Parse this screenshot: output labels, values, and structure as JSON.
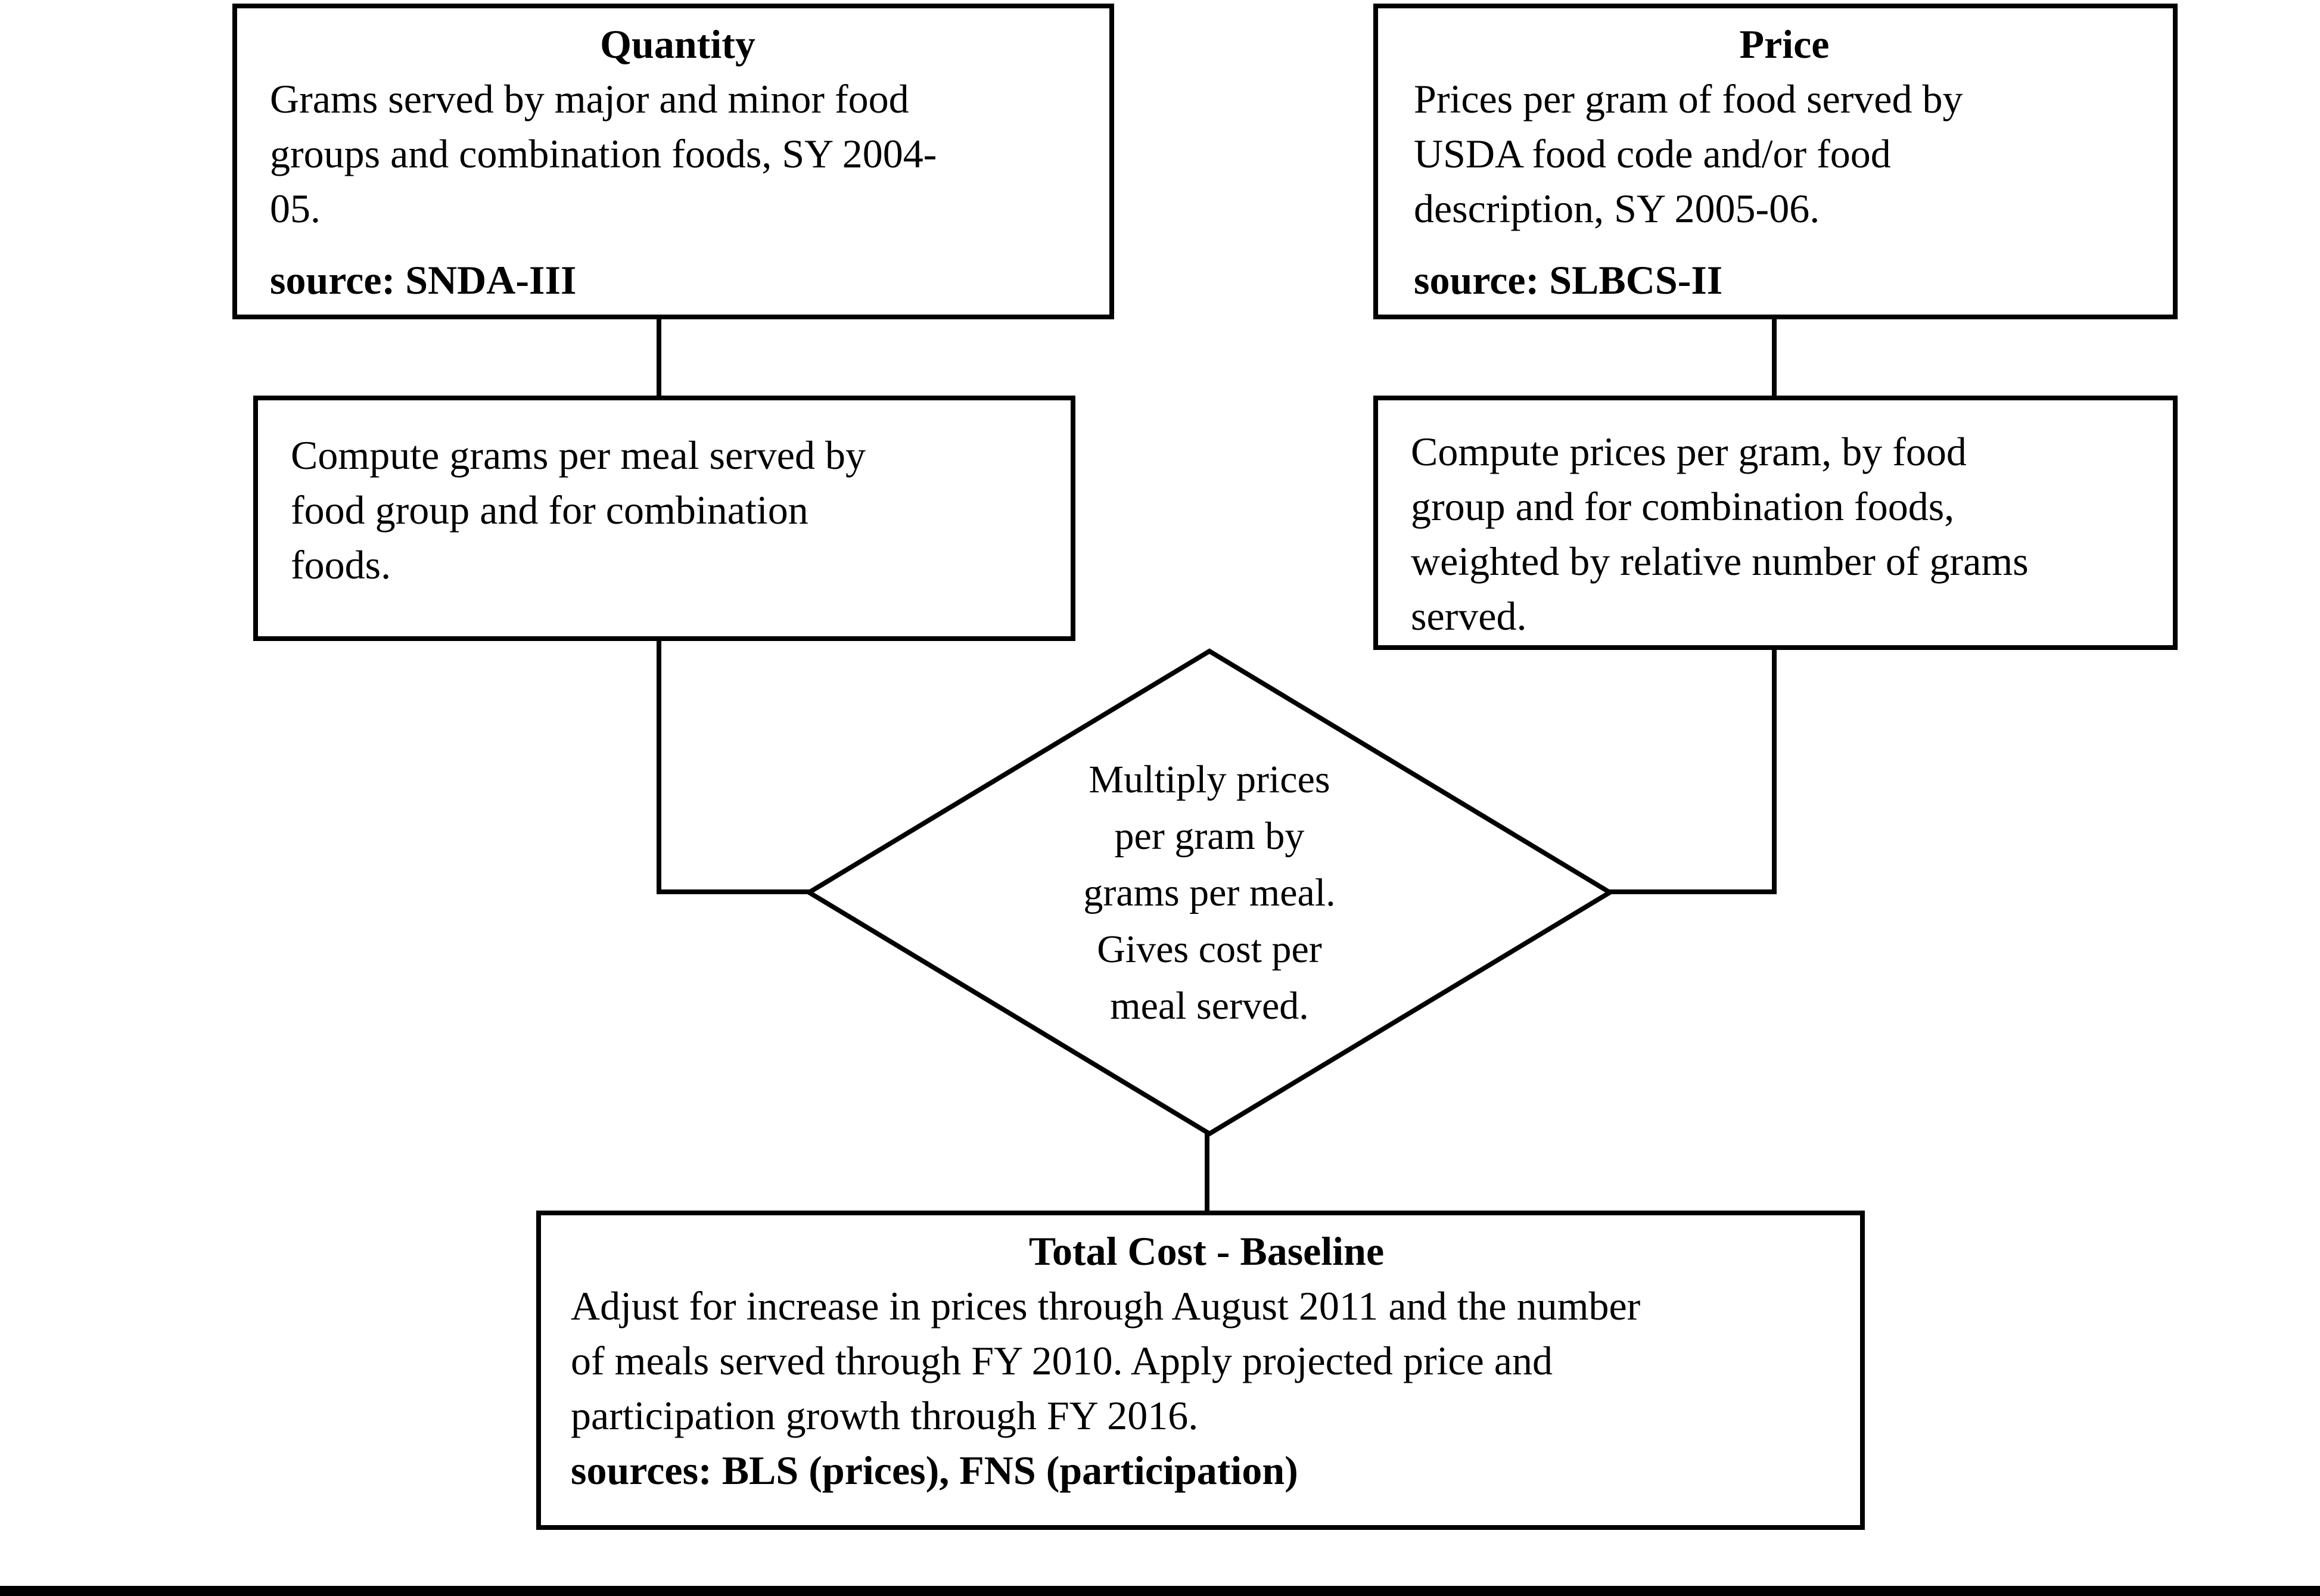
{
  "figure": {
    "background": "#ffffff",
    "line_color": "#000000"
  },
  "quantity_box": {
    "title": "Quantity",
    "body": "Grams served by major and minor food\ngroups and combination foods, SY 2004-\n05.",
    "source": "source: SNDA-III"
  },
  "price_box": {
    "title": "Price",
    "body": "Prices per gram of food served by\nUSDA food code and/or food\ndescription, SY 2005-06.",
    "source": "source: SLBCS-II"
  },
  "compute_grams_box": {
    "body": "Compute grams per meal served by\nfood group and for combination\nfoods."
  },
  "compute_prices_box": {
    "body": "Compute prices per gram, by food\ngroup and for combination foods,\nweighted by relative number of grams\nserved."
  },
  "multiply_diamond": {
    "body": "Multiply prices\nper gram by\ngrams per meal.\nGives cost per\nmeal served."
  },
  "total_cost_box": {
    "title": "Total Cost - Baseline",
    "body": "Adjust for increase in prices through August 2011 and the number\nof meals served through FY 2010.  Apply projected price and\nparticipation growth through FY 2016.",
    "source": "sources: BLS (prices), FNS (participation)"
  }
}
